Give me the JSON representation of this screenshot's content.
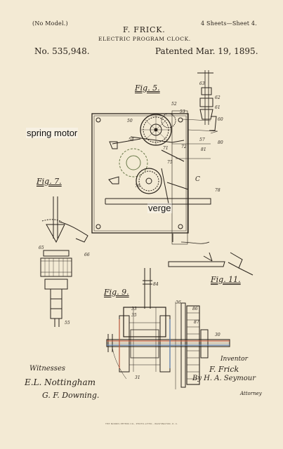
{
  "header": {
    "model": "(No Model.)",
    "inventor_name": "F. FRICK.",
    "sheets": "4 Sheets—Sheet 4.",
    "title": "ELECTRIC PROGRAM CLOCK.",
    "patent_no": "No. 535,948.",
    "patented": "Patented Mar. 19, 1895."
  },
  "annotations": {
    "spring_motor": "spring motor",
    "verge": "verge"
  },
  "figures": {
    "fig5": "Fig. 5.",
    "fig7": "Fig. 7.",
    "fig9": "Fig. 9.",
    "fig11": "Fig. 11."
  },
  "reference_numerals": {
    "n62": "62",
    "n61": "61",
    "n60": "60",
    "n53": "53",
    "n63": "63",
    "n52": "52",
    "n50": "50",
    "n58": "58",
    "n57": "57",
    "n71": "71",
    "n72": "72",
    "n80": "80",
    "n81": "81",
    "n75": "75",
    "n76": "76",
    "n78": "78",
    "nC": "C",
    "n65": "65",
    "n66": "66",
    "n55": "55",
    "n36": "36",
    "n33": "33",
    "n35": "35",
    "n84": "84",
    "n86": "86",
    "n87": "87",
    "n30": "30",
    "n31": "31"
  },
  "signatures": {
    "witnesses_label": "Witnesses",
    "witness1": "E.L. Nottingham",
    "witness2": "G. F. Downing.",
    "inventor_label": "Inventor",
    "inventor_sig": "F. Frick",
    "attorney_sig": "By H. A. Seymour",
    "attorney_label": "Attorney"
  },
  "printer_line": "THE NORRIS PETERS CO., PHOTO-LITHO., WASHINGTON, D. C."
}
